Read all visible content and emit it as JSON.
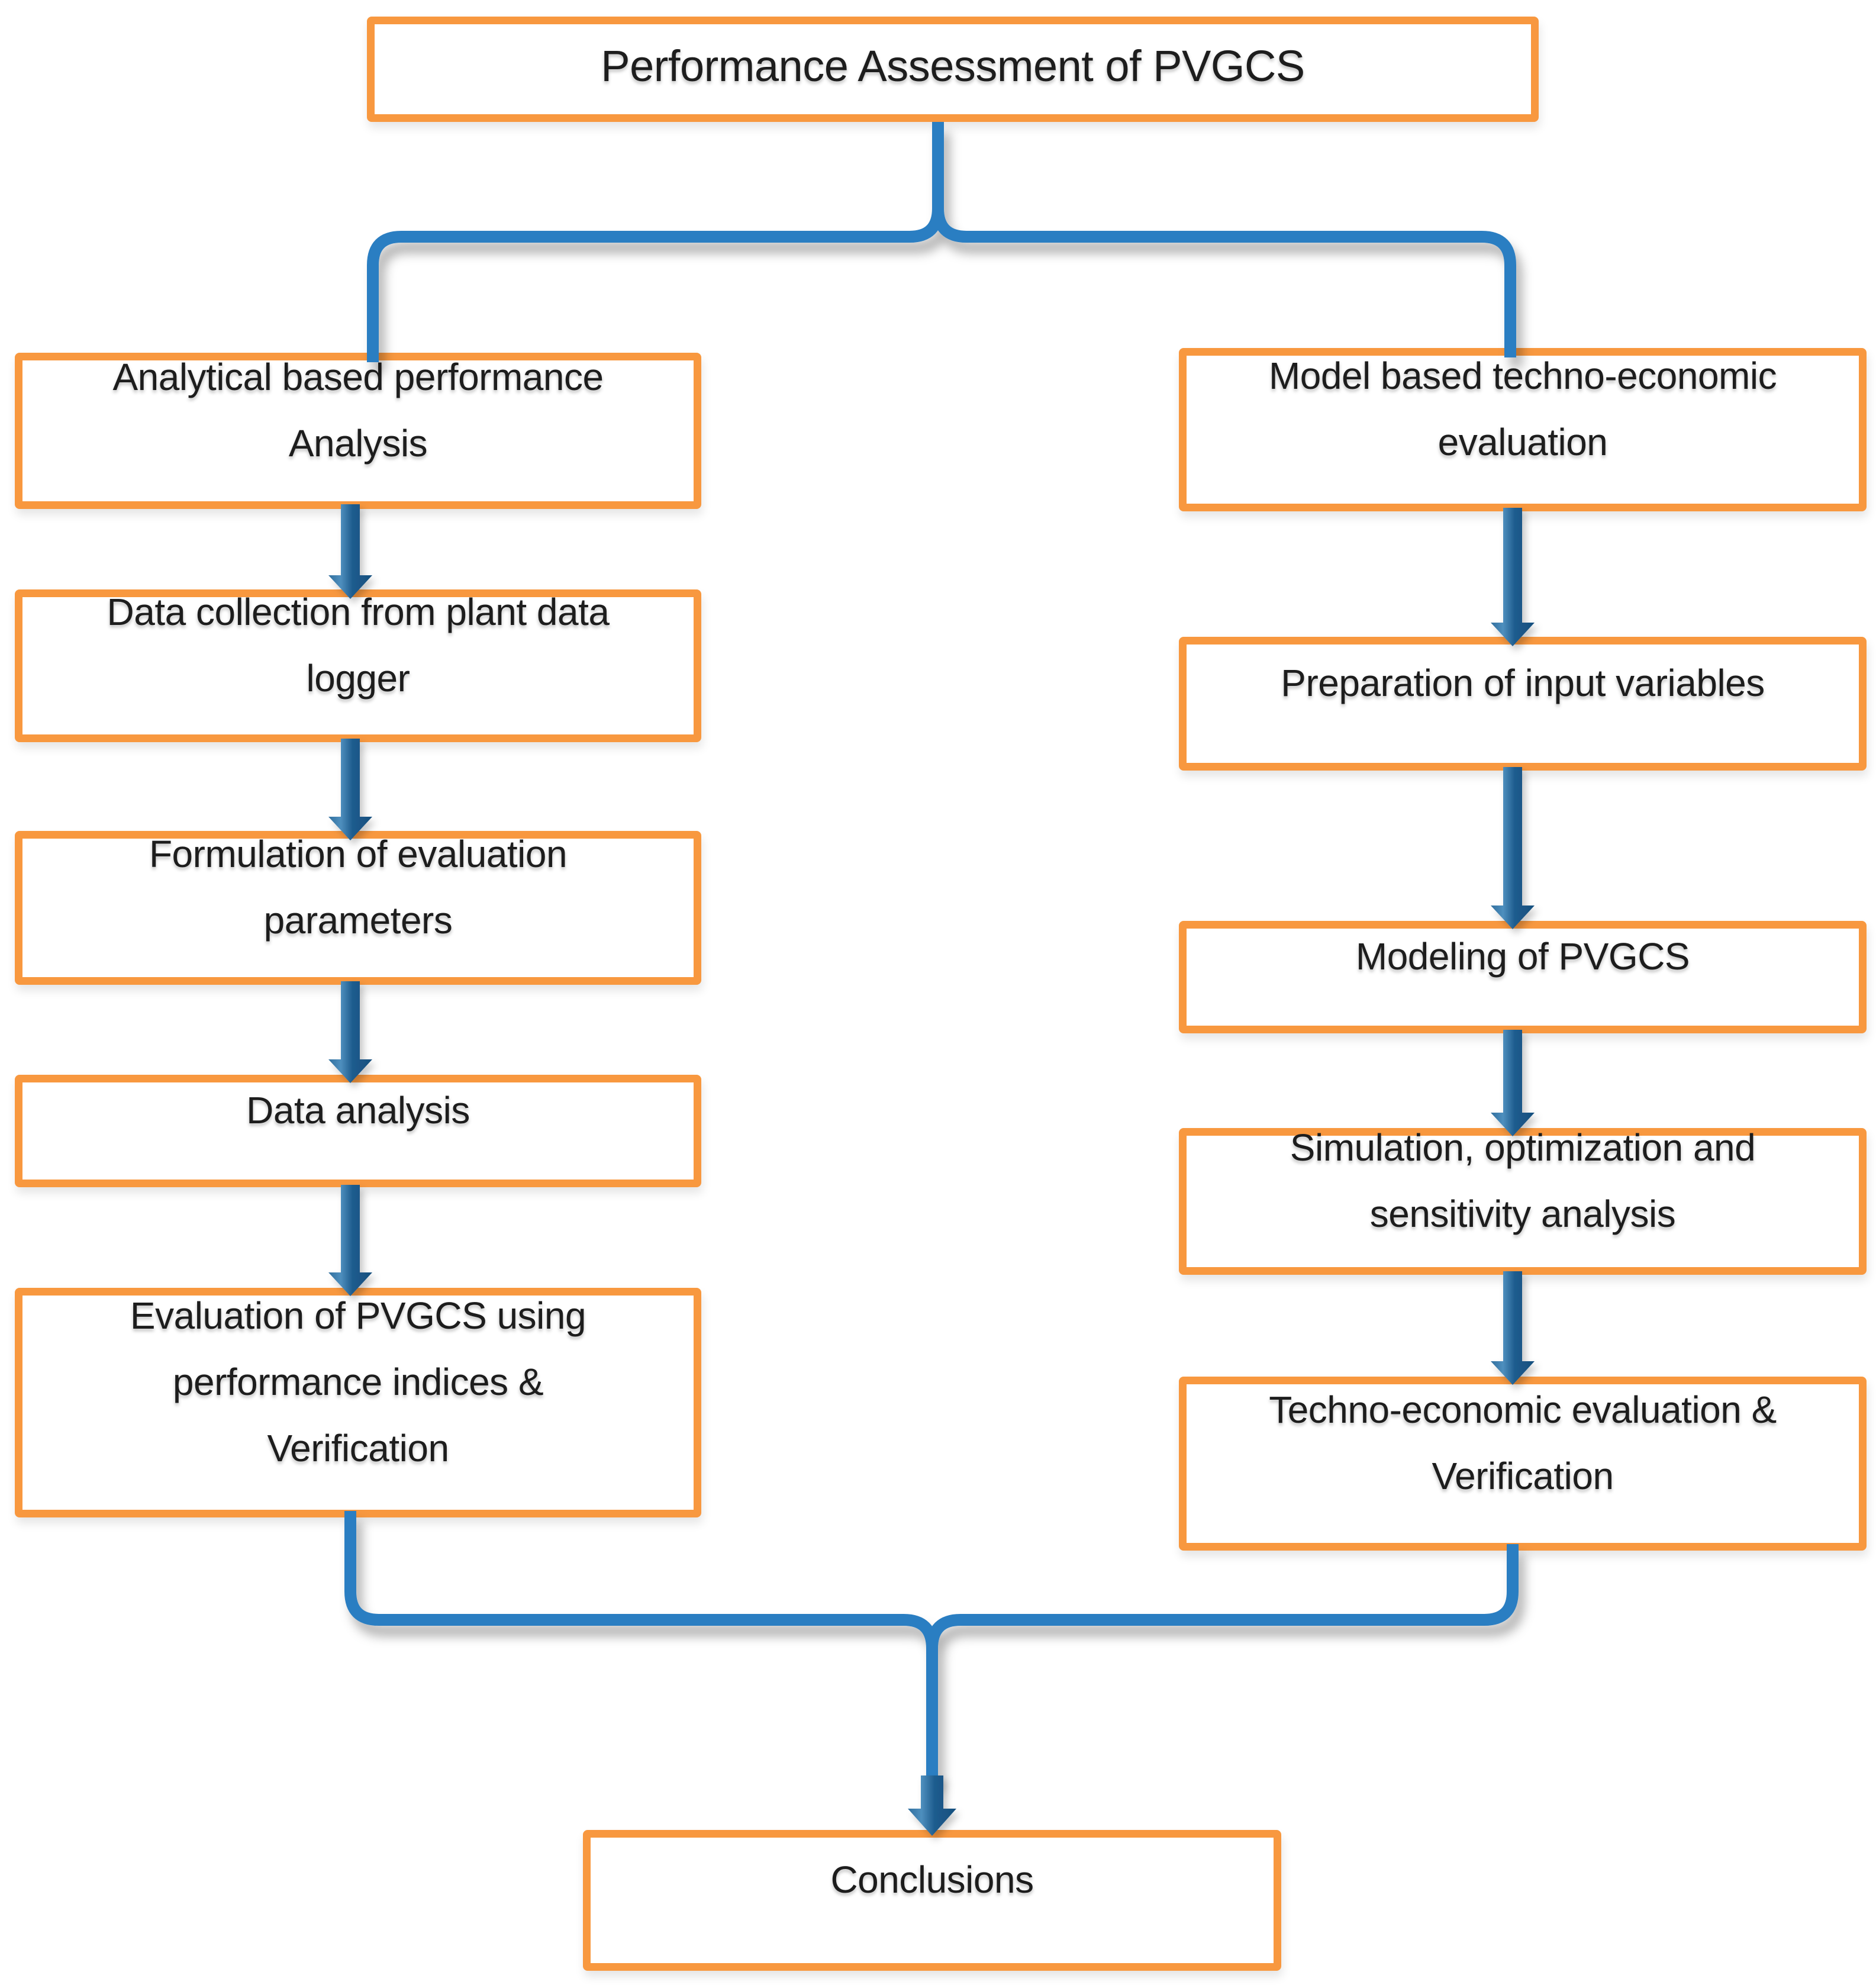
{
  "figure": {
    "title": "Performance Assessment of PVGCS",
    "left_branch": {
      "header": "Analytical based performance\nAnalysis",
      "steps": [
        "Data collection from plant data\nlogger",
        "Formulation of evaluation\nparameters",
        "Data analysis",
        "Evaluation of PVGCS using\nperformance indices &\nVerification"
      ]
    },
    "right_branch": {
      "header": "Model based techno-economic\nevaluation",
      "steps": [
        "Preparation of input variables",
        "Modeling of PVGCS",
        "Simulation, optimization and\nsensitivity analysis",
        "Techno-economic evaluation &\nVerification"
      ]
    },
    "conclusion": "Conclusions",
    "colors": {
      "box_border_orange": "#F8983F",
      "connector_blue": "#2B7EC2",
      "arrow_blue_dark": "#1E5C8E",
      "text": "#1D1D1D",
      "background": "#FFFFFF"
    }
  }
}
